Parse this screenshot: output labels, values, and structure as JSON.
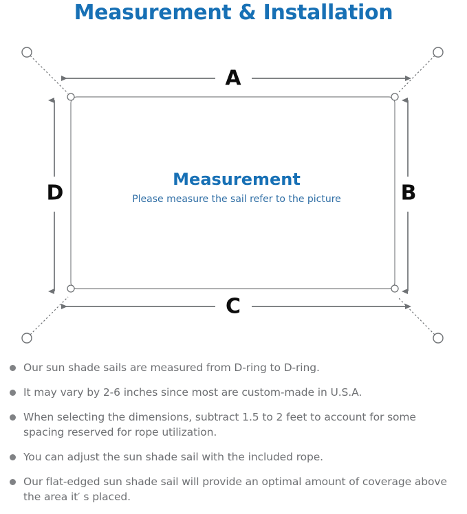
{
  "page": {
    "title": "Measurement & Installation",
    "title_color": "#1770b5"
  },
  "diagram": {
    "name": "sun-shade-sail-measurement-diagram",
    "center": {
      "heading": "Measurement",
      "subtitle": "Please measure the sail refer to the picture",
      "heading_color": "#1770b5",
      "subtitle_color": "#2f6ea5"
    },
    "dimension_labels": {
      "top": "A",
      "right": "B",
      "bottom": "C",
      "left": "D"
    },
    "line_color": "#6f7275",
    "sail_outline_color": "#808285",
    "anchor_count": 4
  },
  "notes": [
    {
      "text": "Our sun shade sails are measured from D-ring to D-ring."
    },
    {
      "text": "It may vary by 2-6 inches since most are custom-made in U.S.A."
    },
    {
      "text": "When selecting the dimensions, subtract 1.5 to 2 feet to account for some spacing reserved for rope utilization."
    },
    {
      "text": "You can adjust the sun shade sail with the included rope."
    },
    {
      "text": "Our flat-edged sun shade sail will provide an optimal amount of coverage above the area it′ s placed."
    }
  ]
}
